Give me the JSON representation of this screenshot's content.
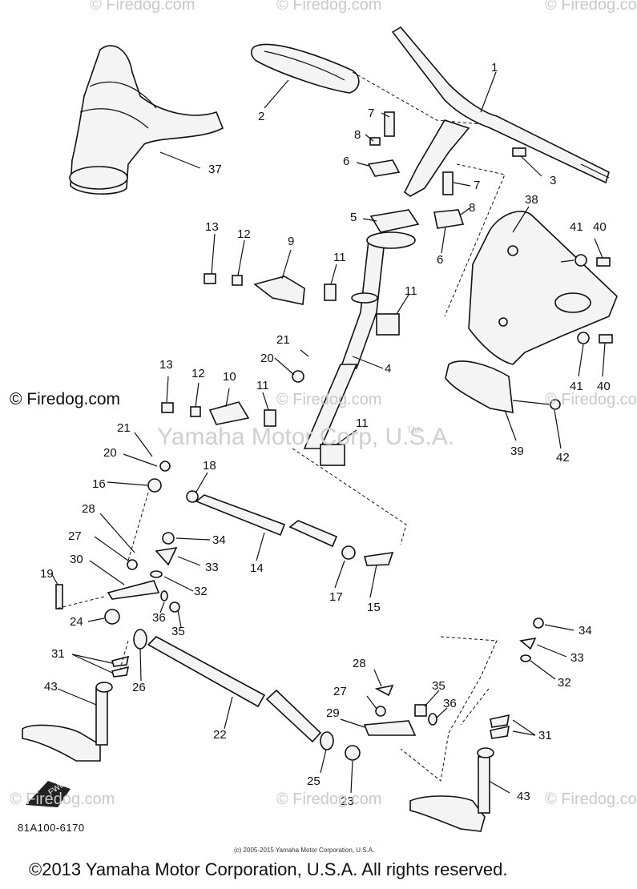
{
  "watermarks": {
    "firedog_small": "© Firedog.com",
    "firedog_main": "© Firedog.com",
    "yamaha_center": "Yamaha Motor Corp, U.S.A.",
    "tm": "TM"
  },
  "diagram_code": "81A100-6170",
  "credit_small": "(c) 2005-2015 Yamaha Motor Corporation, U.S.A.",
  "credit_main": "©2013 Yamaha Motor Corporation, U.S.A. All rights reserved.",
  "fwd_label": "FWD",
  "callouts": {
    "c1": "1",
    "c2": "2",
    "c3": "3",
    "c4": "4",
    "c5": "5",
    "c6a": "6",
    "c6b": "6",
    "c7a": "7",
    "c7b": "7",
    "c8a": "8",
    "c8b": "8",
    "c9": "9",
    "c10": "10",
    "c11a": "11",
    "c11b": "11",
    "c11c": "11",
    "c11d": "11",
    "c12a": "12",
    "c12b": "12",
    "c13a": "13",
    "c13b": "13",
    "c14": "14",
    "c15": "15",
    "c16": "16",
    "c17": "17",
    "c18": "18",
    "c19": "19",
    "c20a": "20",
    "c20b": "20",
    "c21a": "21",
    "c21b": "21",
    "c22": "22",
    "c23": "23",
    "c24": "24",
    "c25": "25",
    "c26": "26",
    "c27a": "27",
    "c27b": "27",
    "c28a": "28",
    "c28b": "28",
    "c29": "29",
    "c30": "30",
    "c31a": "31",
    "c31b": "31",
    "c32a": "32",
    "c32b": "32",
    "c33a": "33",
    "c33b": "33",
    "c34a": "34",
    "c34b": "34",
    "c35a": "35",
    "c35b": "35",
    "c36a": "36",
    "c36b": "36",
    "c37": "37",
    "c38": "38",
    "c39": "39",
    "c40a": "40",
    "c40b": "40",
    "c41a": "41",
    "c41b": "41",
    "c42": "42",
    "c43a": "43",
    "c43b": "43"
  }
}
